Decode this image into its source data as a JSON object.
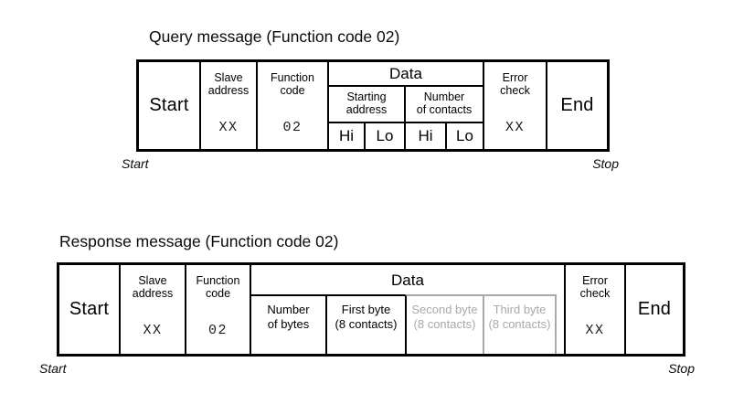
{
  "colors": {
    "border": "#000000",
    "muted_gray": "#a9a9a9",
    "background": "#ffffff"
  },
  "query": {
    "title": "Query message (Function code 02)",
    "start_marker": "Start",
    "stop_marker": "Stop",
    "start_cell": "Start",
    "end_cell": "End",
    "slave_address": {
      "line1": "Slave",
      "line2": "address",
      "value": "XX"
    },
    "function_code": {
      "line1": "Function",
      "line2": "code",
      "value": "02"
    },
    "error_check": {
      "line1": "Error",
      "line2": "check",
      "value": "XX"
    },
    "data": {
      "header": "Data",
      "starting_address": {
        "line1": "Starting",
        "line2": "address"
      },
      "number_of_contacts": {
        "line1": "Number",
        "line2": "of contacts"
      },
      "bytes": [
        "Hi",
        "Lo",
        "Hi",
        "Lo"
      ]
    }
  },
  "response": {
    "title": "Response message (Function code 02)",
    "start_marker": "Start",
    "stop_marker": "Stop",
    "start_cell": "Start",
    "end_cell": "End",
    "slave_address": {
      "line1": "Slave",
      "line2": "address",
      "value": "XX"
    },
    "function_code": {
      "line1": "Function",
      "line2": "code",
      "value": "02"
    },
    "error_check": {
      "line1": "Error",
      "line2": "check",
      "value": "XX"
    },
    "data": {
      "header": "Data",
      "number_of_bytes": {
        "line1": "Number",
        "line2": "of bytes"
      },
      "first_byte": {
        "line1": "First byte",
        "line2": "(8 contacts)"
      },
      "second_byte": {
        "line1": "Second byte",
        "line2": "(8 contacts)"
      },
      "third_byte": {
        "line1": "Third byte",
        "line2": "(8 contacts)"
      }
    }
  }
}
